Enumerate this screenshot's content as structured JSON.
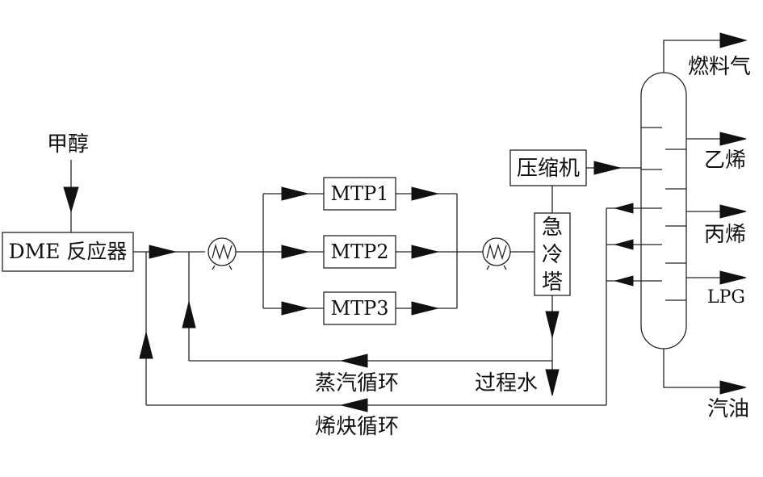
{
  "labels": {
    "methanol": "甲醇",
    "dme_reactor": "DME 反应器",
    "mtp1": "MTP1",
    "mtp2": "MTP2",
    "mtp3": "MTP3",
    "compressor": "压缩机",
    "quench_tower": [
      "急",
      "冷",
      "塔"
    ],
    "fuel_gas": "燃料气",
    "ethylene": "乙烯",
    "propylene": "丙烯",
    "lpg": "LPG",
    "gasoline": "汽油",
    "steam_recycle": "蒸汽循环",
    "process_water": "过程水",
    "olefin_recycle": "烯炔循环"
  },
  "icons": {
    "heat_exchanger": "heat-exchanger-icon",
    "arrow": "flow-arrow-icon"
  }
}
